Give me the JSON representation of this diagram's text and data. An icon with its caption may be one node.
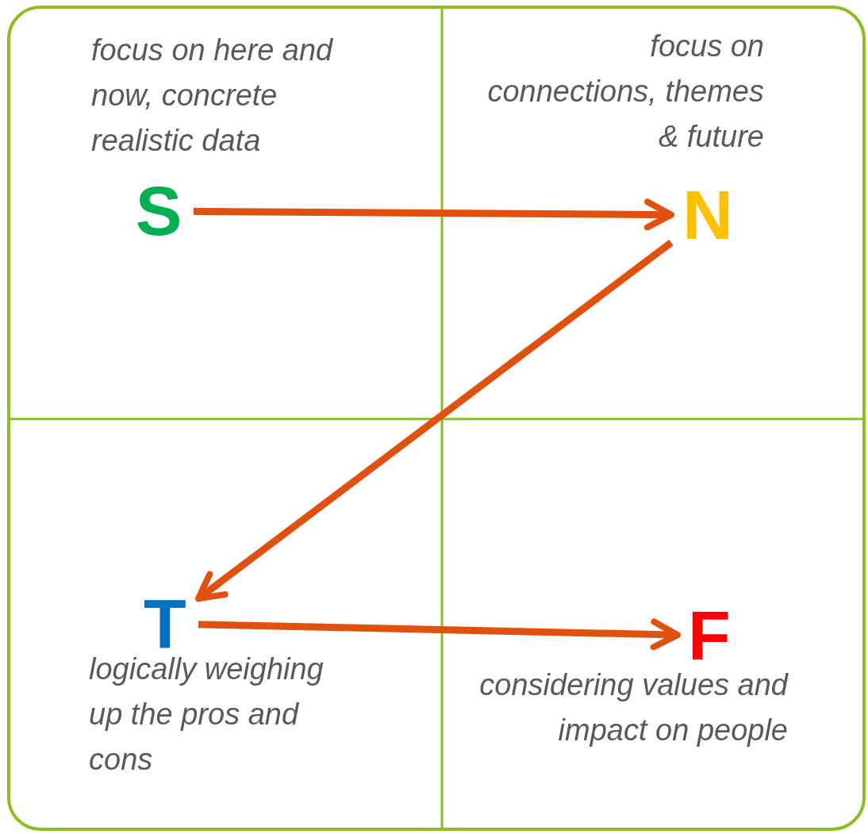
{
  "diagram": {
    "nodes": [
      {
        "text": [
          "S"
        ],
        "beside": [
          "focus on here and now, concrete realistic data"
        ]
      },
      {
        "text": [
          "N"
        ],
        "beside": [
          "focus on connections, themes & future"
        ]
      },
      {
        "text": [
          "T"
        ],
        "beside": [
          "logically weighing up the pros and cons"
        ]
      },
      {
        "text": [
          "F"
        ],
        "beside": [
          "considering values and impact on people"
        ]
      }
    ],
    "edges": [
      {
        "from": 0,
        "to": 1,
        "arrow": "to"
      },
      {
        "from": 1,
        "to": 2,
        "arrow": "to"
      },
      {
        "from": 2,
        "to": 3,
        "arrow": "to"
      }
    ]
  }
}
